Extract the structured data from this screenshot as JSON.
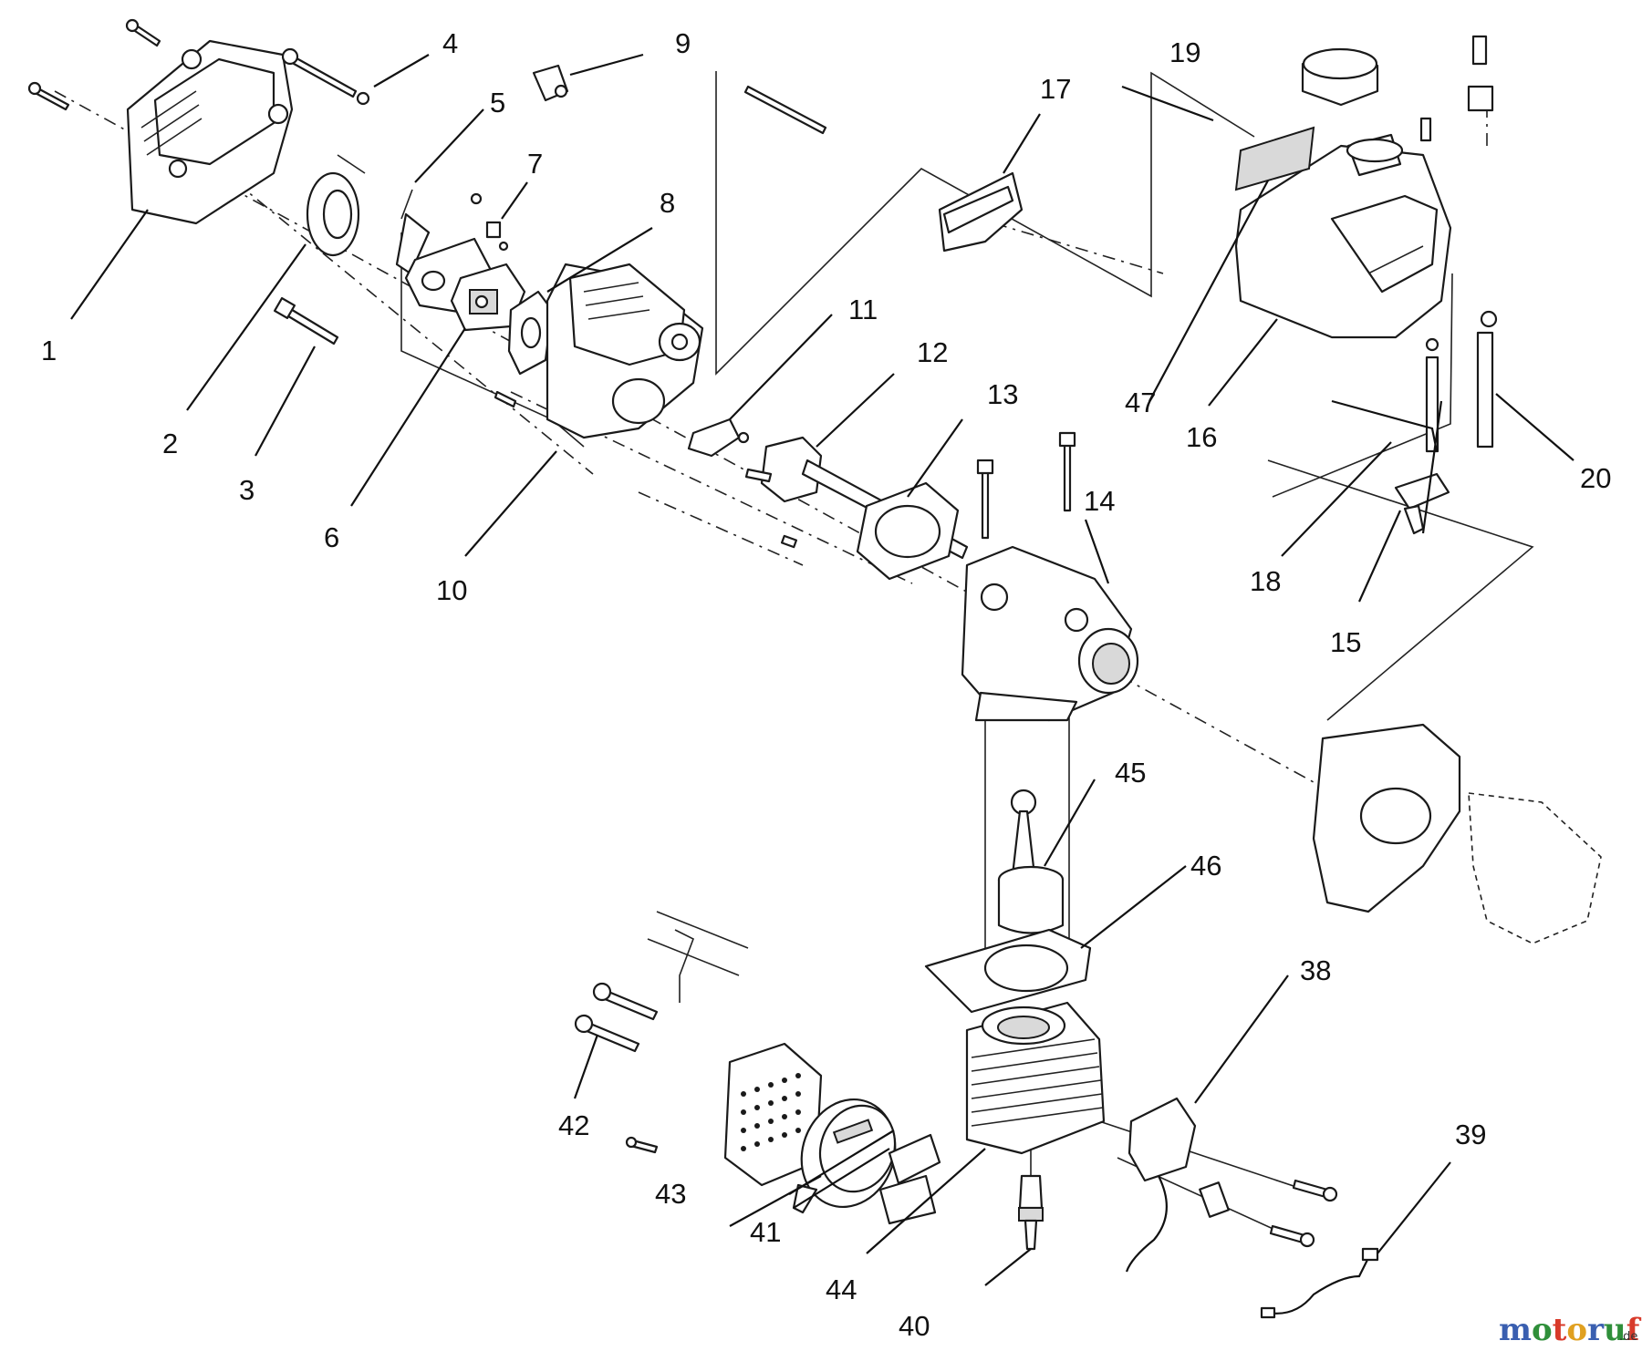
{
  "parts": [
    {
      "id": "1",
      "label": "1"
    },
    {
      "id": "2",
      "label": "2"
    },
    {
      "id": "3",
      "label": "3"
    },
    {
      "id": "4",
      "label": "4"
    },
    {
      "id": "5",
      "label": "5"
    },
    {
      "id": "6",
      "label": "6"
    },
    {
      "id": "7",
      "label": "7"
    },
    {
      "id": "8",
      "label": "8"
    },
    {
      "id": "9",
      "label": "9"
    },
    {
      "id": "10",
      "label": "10"
    },
    {
      "id": "11",
      "label": "11"
    },
    {
      "id": "12",
      "label": "12"
    },
    {
      "id": "13",
      "label": "13"
    },
    {
      "id": "14",
      "label": "14"
    },
    {
      "id": "15",
      "label": "15"
    },
    {
      "id": "16",
      "label": "16"
    },
    {
      "id": "17",
      "label": "17"
    },
    {
      "id": "18",
      "label": "18"
    },
    {
      "id": "19",
      "label": "19"
    },
    {
      "id": "20",
      "label": "20"
    },
    {
      "id": "38",
      "label": "38"
    },
    {
      "id": "39",
      "label": "39"
    },
    {
      "id": "40",
      "label": "40"
    },
    {
      "id": "41",
      "label": "41"
    },
    {
      "id": "42",
      "label": "42"
    },
    {
      "id": "43",
      "label": "43"
    },
    {
      "id": "44",
      "label": "44"
    },
    {
      "id": "45",
      "label": "45"
    },
    {
      "id": "46",
      "label": "46"
    },
    {
      "id": "47",
      "label": "47"
    }
  ],
  "watermark": {
    "text": "motoruf",
    "suffix": ".de",
    "colors": [
      "#3a5fb0",
      "#2f8f3a",
      "#d83a2a",
      "#e0a020",
      "#3a5fb0",
      "#2f8f3a",
      "#d83a2a"
    ]
  }
}
